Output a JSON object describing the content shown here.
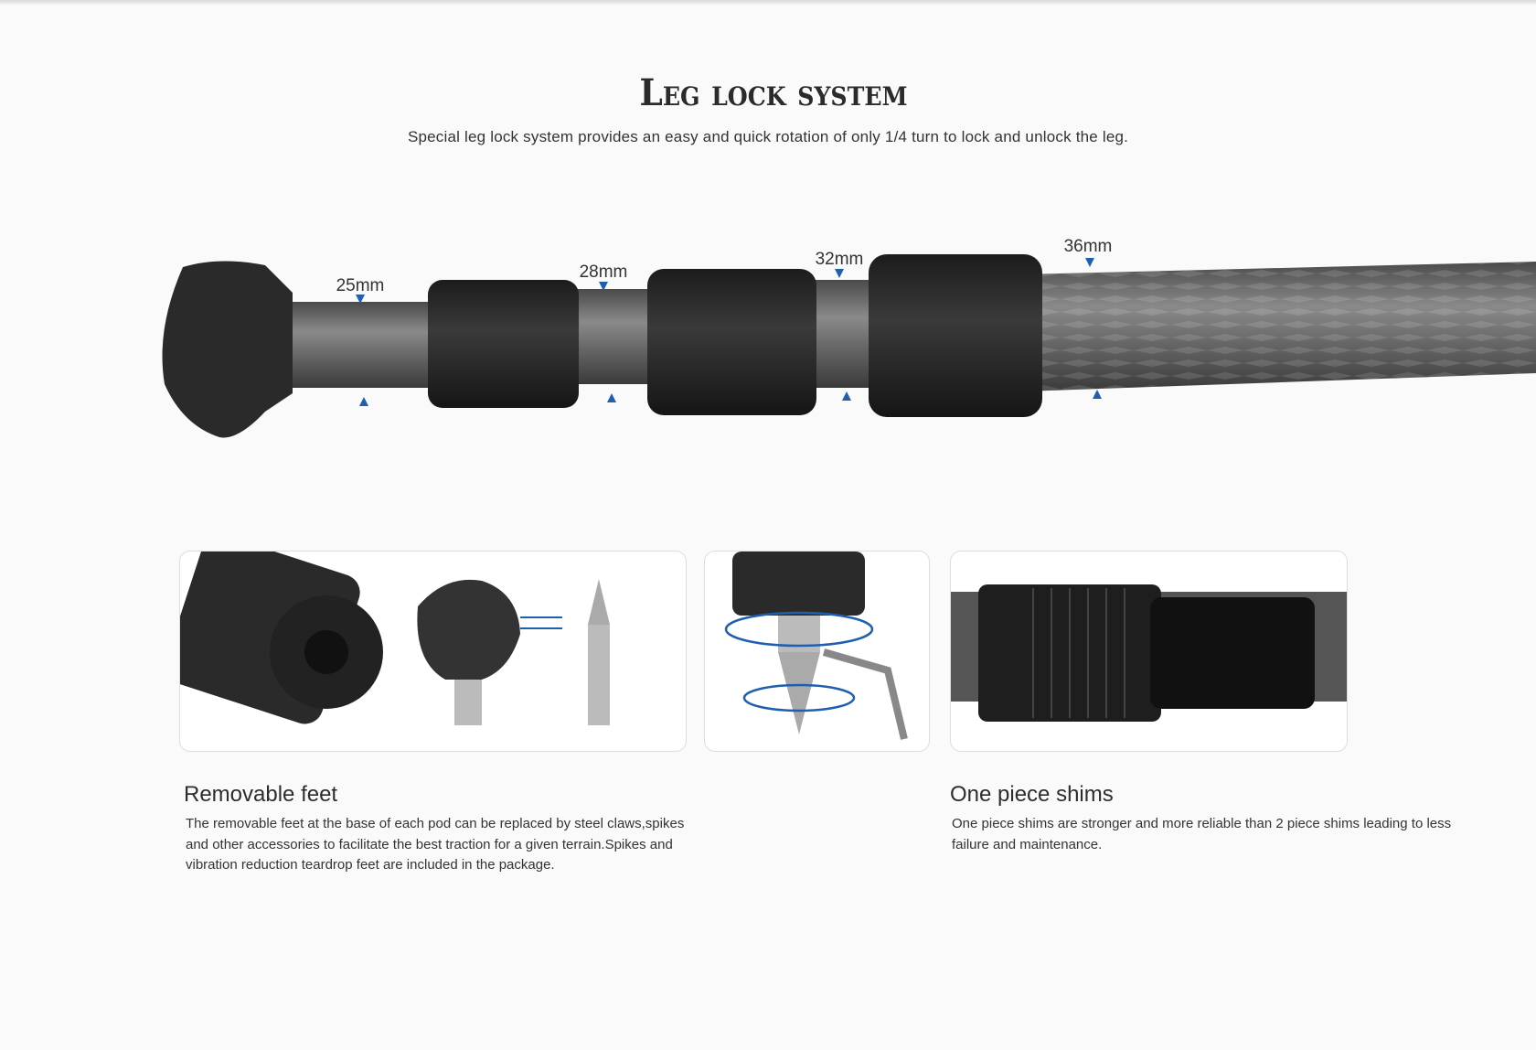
{
  "header": {
    "title": "Leg lock system",
    "subtitle": "Special leg lock system provides an easy and quick rotation of only 1/4 turn to  lock and unlock the leg."
  },
  "leg_diagram": {
    "labels": [
      "25mm",
      "28mm",
      "32mm",
      "36mm"
    ],
    "accent": "#1f5fb0"
  },
  "features": [
    {
      "title": "Removable feet",
      "body": "The removable feet at the base of each pod can be replaced by steel claws,spikes and other accessories to facilitate the best traction for a given terrain.Spikes and vibration reduction teardrop feet are included in the package."
    },
    {
      "title": "One piece shims",
      "body": "One piece shims are stronger and more reliable than 2 piece shims leading to less failure and maintenance."
    }
  ]
}
